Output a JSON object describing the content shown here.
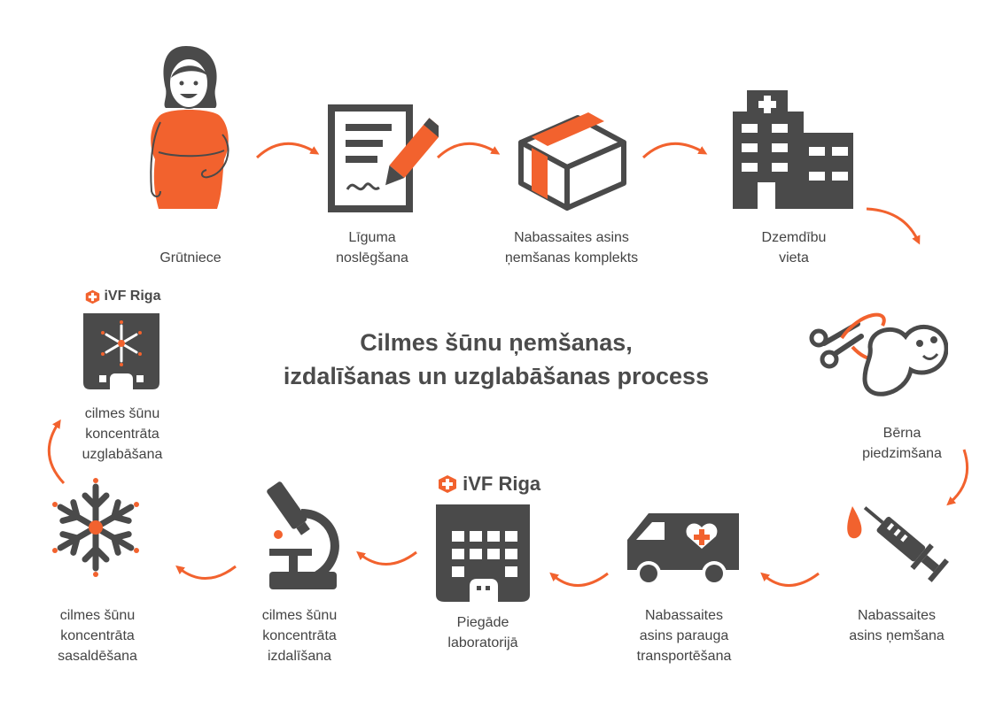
{
  "title": {
    "line1": "Cilmes šūnu ņemšanas,",
    "line2": "izdalīšanas un uzglabāšanas process"
  },
  "steps": [
    {
      "lines": [
        "Grūtniece"
      ],
      "icon": "pregnant-woman-icon"
    },
    {
      "lines": [
        "Līguma",
        "noslēgšana"
      ],
      "icon": "contract-signing-icon"
    },
    {
      "lines": [
        "Nabassaites asins",
        "ņemšanas komplekts"
      ],
      "icon": "box-kit-icon"
    },
    {
      "lines": [
        "Dzemdību",
        "vieta"
      ],
      "icon": "hospital-icon"
    },
    {
      "lines": [
        "Bērna",
        "piedzimšana"
      ],
      "icon": "newborn-scissors-icon"
    },
    {
      "lines": [
        "Nabassaites",
        "asins ņemšana"
      ],
      "icon": "syringe-icon"
    },
    {
      "lines": [
        "Nabassaites",
        "asins parauga",
        "transportēšana"
      ],
      "icon": "ambulance-icon"
    },
    {
      "lines": [
        "Piegāde",
        "laboratorijā"
      ],
      "icon": "laboratory-building-icon"
    },
    {
      "lines": [
        "cilmes šūnu",
        "koncentrāta",
        "izdalīšana"
      ],
      "icon": "microscope-icon"
    },
    {
      "lines": [
        "cilmes šūnu",
        "koncentrāta",
        "sasaldēšana"
      ],
      "icon": "snowflake-icon"
    },
    {
      "lines": [
        "cilmes šūnu",
        "koncentrāta",
        "uzglabāšana"
      ],
      "icon": "cryo-storage-icon"
    }
  ],
  "brand": {
    "name": "iVF Riga"
  },
  "colors": {
    "accent": "#f2622e",
    "dark": "#4a4a4a",
    "text": "#444444"
  }
}
